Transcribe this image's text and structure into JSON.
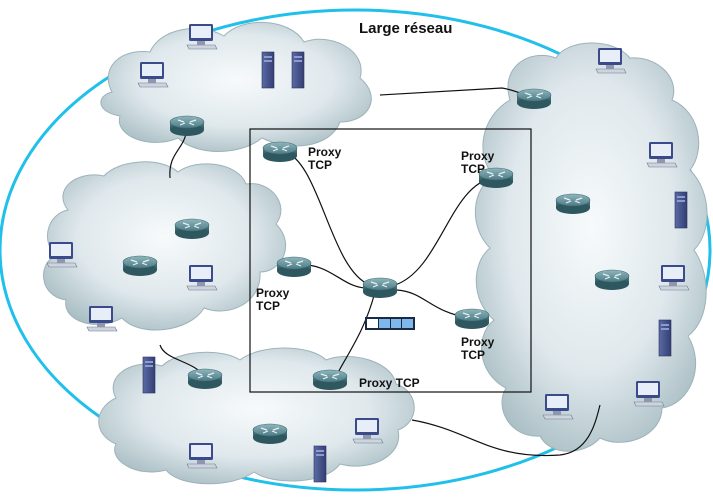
{
  "title": "Large réseau",
  "labels": {
    "proxy_tl_1": "Proxy",
    "proxy_tl_2": "TCP",
    "proxy_tr_1": "Proxy",
    "proxy_tr_2": "TCP",
    "proxy_ml_1": "Proxy",
    "proxy_ml_2": "TCP",
    "proxy_br_1": "Proxy",
    "proxy_br_2": "TCP",
    "proxy_bottom": "Proxy TCP"
  },
  "colors": {
    "ellipse": "#20c0ea",
    "cloud_fill": "#dbe5ea",
    "cloud_edge": "#8ea6ae",
    "router": "#5a8a94",
    "queue_fill": "#7fb7ea"
  }
}
